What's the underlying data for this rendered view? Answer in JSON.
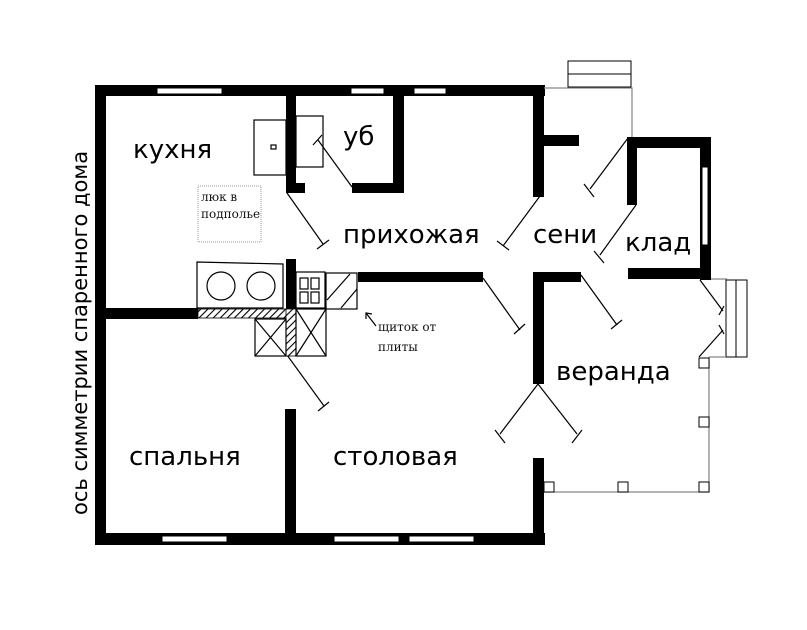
{
  "diagram": {
    "type": "floor-plan",
    "axis_label": "ось симметрии спаренного дома",
    "rooms": [
      {
        "id": "kitchen",
        "label": "кухня"
      },
      {
        "id": "bathroom",
        "label": "уб"
      },
      {
        "id": "hallway",
        "label": "прихожая"
      },
      {
        "id": "entry",
        "label": "сени"
      },
      {
        "id": "storage",
        "label": "клад"
      },
      {
        "id": "veranda",
        "label": "веранда"
      },
      {
        "id": "bedroom",
        "label": "спальня"
      },
      {
        "id": "dining",
        "label": "столовая"
      }
    ],
    "notes": {
      "hatch_line1": "люк в",
      "hatch_line2": "подполье",
      "stove_shield_line1": "щиток от",
      "stove_shield_line2": "плиты"
    },
    "colors": {
      "wall": "#000000",
      "background": "#ffffff",
      "light_wall": "#888888"
    }
  }
}
